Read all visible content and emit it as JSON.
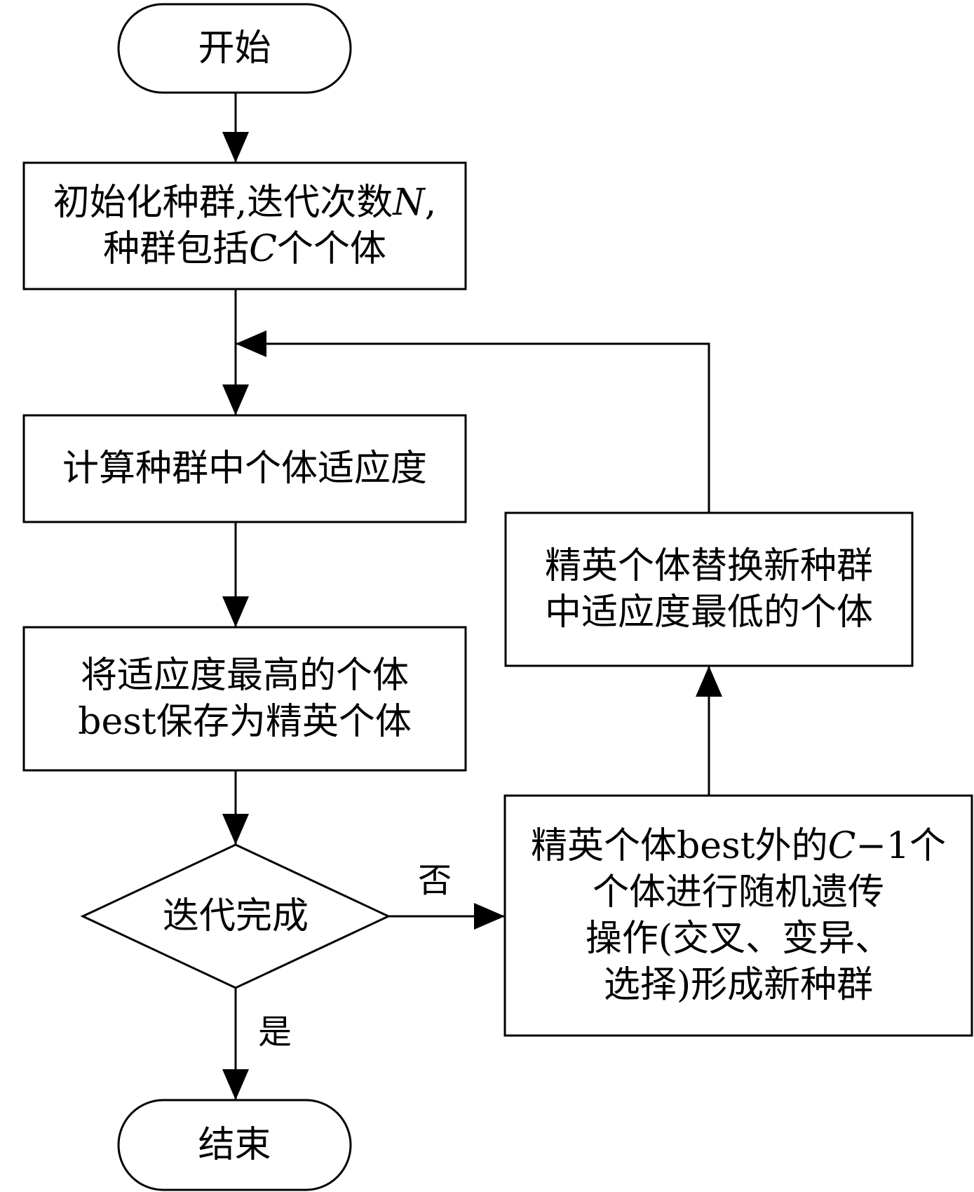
{
  "nodes": {
    "start": {
      "text": "开始"
    },
    "init": {
      "line1_prefix": "初始化种群,迭代次数",
      "line1_var": "N",
      "line1_suffix": ",",
      "line2_prefix": "种群包括",
      "line2_var": "C",
      "line2_suffix": "个个体"
    },
    "fitness": {
      "text": "计算种群中个体适应度"
    },
    "elite_save": {
      "line1": "将适应度最高的个体",
      "line2": "best保存为精英个体"
    },
    "decision": {
      "text": "迭代完成"
    },
    "genetic_ops": {
      "line1_prefix": "精英个体best外的",
      "line1_var": "C",
      "line1_suffix": "−1个",
      "line2": "个体进行随机遗传",
      "line3": "操作(交叉、变异、",
      "line4": "选择)形成新种群"
    },
    "replace": {
      "line1": "精英个体替换新种群",
      "line2": "中适应度最低的个体"
    },
    "end": {
      "text": "结束"
    }
  },
  "edges": {
    "no_label": "否",
    "yes_label": "是"
  },
  "colors": {
    "stroke": "#000000",
    "background": "#ffffff"
  }
}
